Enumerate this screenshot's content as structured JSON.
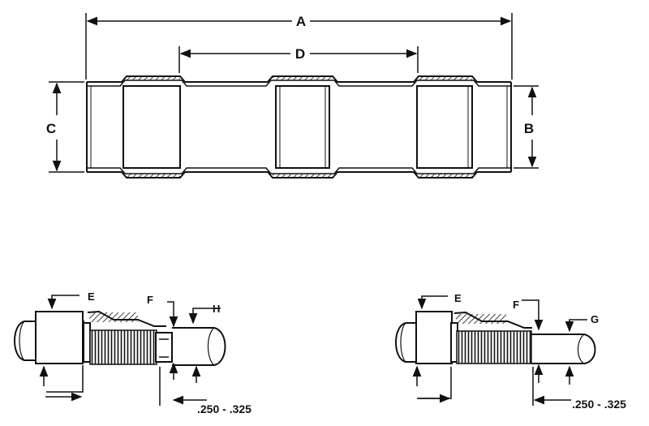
{
  "top_view": {
    "labels": {
      "a": "A",
      "b": "B",
      "c": "C",
      "d": "D"
    }
  },
  "left_detail": {
    "labels": {
      "e": "E",
      "f": "F",
      "h": "H"
    },
    "strip_length": ".250 - .325"
  },
  "right_detail": {
    "labels": {
      "e": "E",
      "f": "F",
      "g": "G"
    },
    "strip_length": ".250 - .325"
  }
}
